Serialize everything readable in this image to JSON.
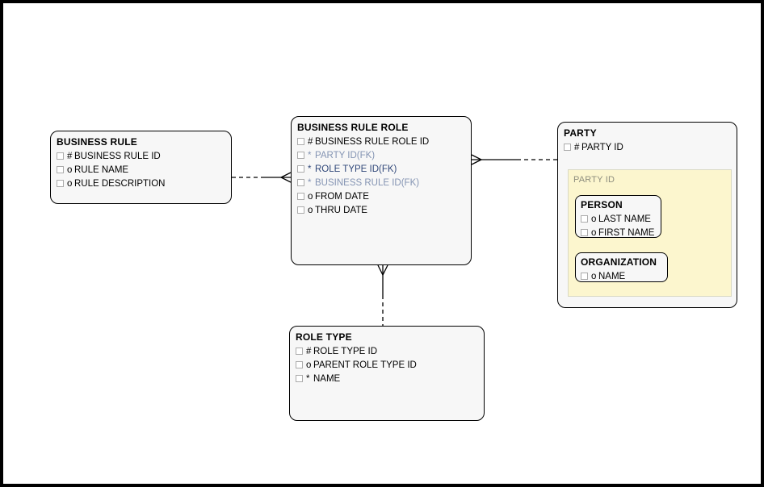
{
  "colors": {
    "entity_fill": "#f7f7f7",
    "entity_border": "#000000",
    "subtype_fill": "#fcf6ce",
    "subtype_border": "#d9d9c4",
    "subtype_label": "#8e8e7e",
    "fk_muted": "#8494b3",
    "fk_blue": "#31487a",
    "text": "#000000",
    "checkbox_border": "#ababab"
  },
  "entities": {
    "business_rule": {
      "title": "BUSINESS RULE",
      "attributes": [
        {
          "marker": "#",
          "label": "BUSINESS RULE ID"
        },
        {
          "marker": "o",
          "label": "RULE NAME"
        },
        {
          "marker": "o",
          "label": "RULE DESCRIPTION"
        }
      ]
    },
    "business_rule_role": {
      "title": "BUSINESS RULE ROLE",
      "attributes": [
        {
          "marker": "#",
          "label": "BUSINESS RULE ROLE ID"
        },
        {
          "marker": "*",
          "label": "PARTY ID(FK)"
        },
        {
          "marker": "*",
          "label": "ROLE TYPE ID(FK)"
        },
        {
          "marker": "*",
          "label": "BUSINESS RULE ID(FK)"
        },
        {
          "marker": "o",
          "label": "FROM DATE"
        },
        {
          "marker": "o",
          "label": "THRU DATE"
        }
      ]
    },
    "party": {
      "title": "PARTY",
      "attributes": [
        {
          "marker": "#",
          "label": "PARTY ID"
        }
      ],
      "subtype_area": {
        "label": "PARTY ID"
      }
    },
    "person": {
      "title": "PERSON",
      "attributes": [
        {
          "marker": "o",
          "label": "LAST NAME"
        },
        {
          "marker": "o",
          "label": "FIRST NAME"
        }
      ]
    },
    "organization": {
      "title": "ORGANIZATION",
      "attributes": [
        {
          "marker": "o",
          "label": "NAME"
        }
      ]
    },
    "role_type": {
      "title": "ROLE TYPE",
      "attributes": [
        {
          "marker": "#",
          "label": "ROLE TYPE ID"
        },
        {
          "marker": "o",
          "label": "PARENT ROLE TYPE ID"
        },
        {
          "marker": "*",
          "label": "NAME"
        }
      ]
    }
  },
  "connectors": [
    {
      "from": "BUSINESS RULE",
      "to": "BUSINESS RULE ROLE",
      "crow_foot_at": "BUSINESS RULE ROLE",
      "dashed_end": "BUSINESS RULE",
      "solid_end": "BUSINESS RULE ROLE"
    },
    {
      "from": "BUSINESS RULE ROLE",
      "to": "PARTY",
      "crow_foot_at": "BUSINESS RULE ROLE",
      "dashed_end": "PARTY",
      "solid_end": "BUSINESS RULE ROLE"
    },
    {
      "from": "BUSINESS RULE ROLE",
      "to": "ROLE TYPE",
      "crow_foot_at": "BUSINESS RULE ROLE",
      "dashed_end": "ROLE TYPE",
      "solid_end": "BUSINESS RULE ROLE"
    }
  ]
}
